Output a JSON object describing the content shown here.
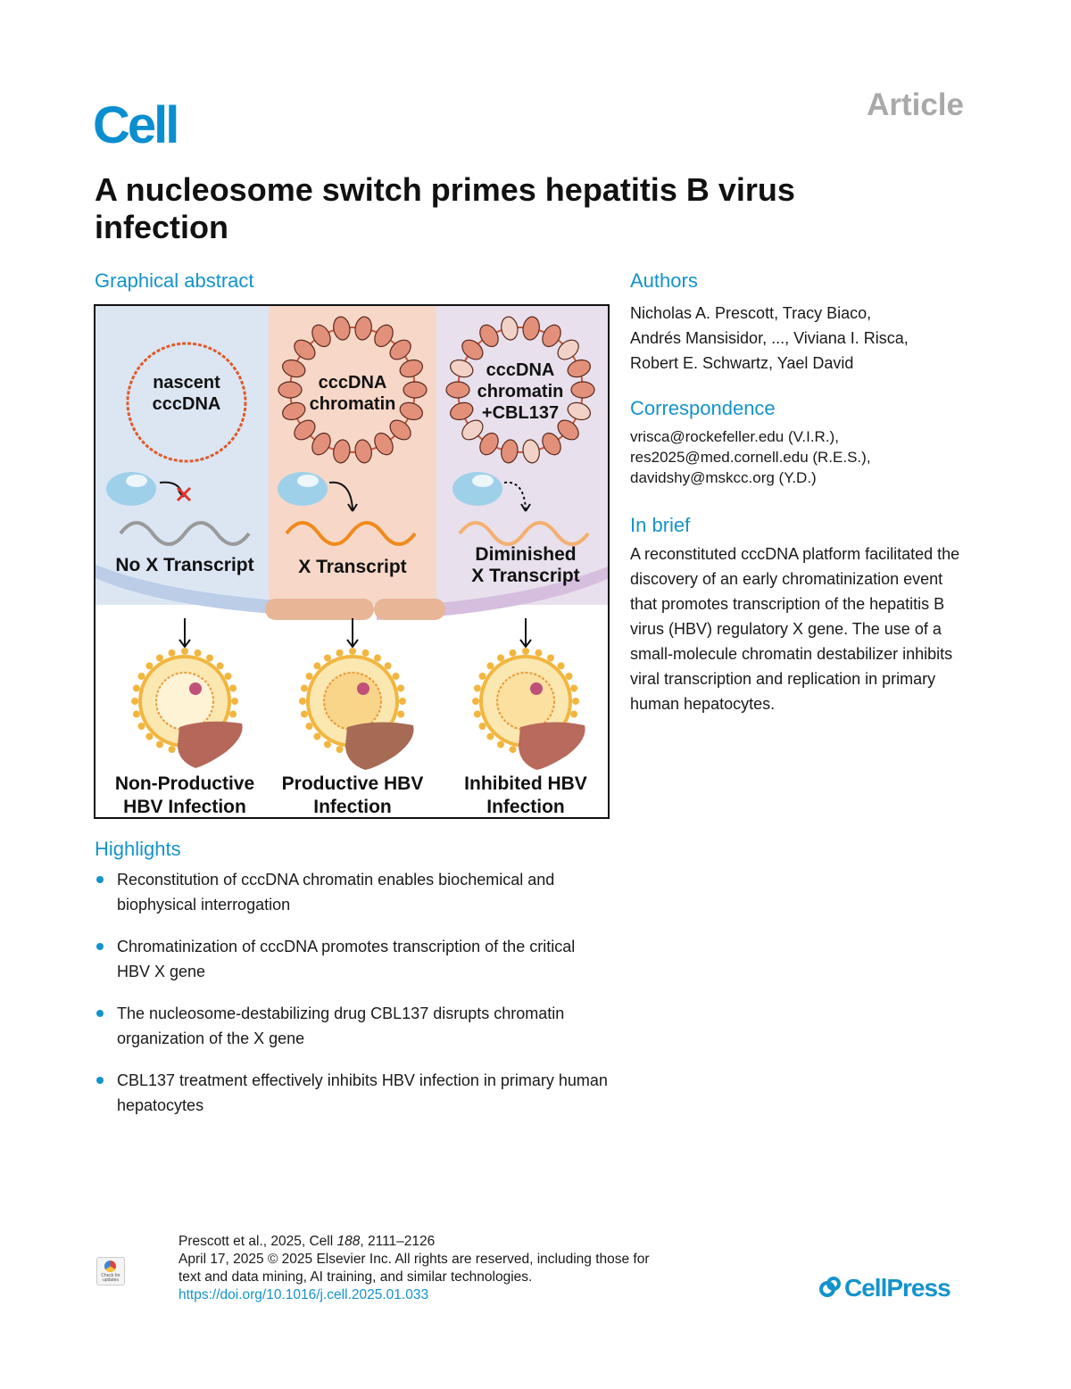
{
  "header": {
    "journal": "Cell",
    "article_type": "Article",
    "title": "A nucleosome switch primes hepatitis B virus infection"
  },
  "graphical_abstract": {
    "heading": "Graphical abstract",
    "panels": [
      {
        "circle_label_1": "nascent",
        "circle_label_2": "cccDNA",
        "transcript_1": "No X Transcript",
        "transcript_2": "",
        "outcome_1": "Non-Productive",
        "outcome_2": "HBV Infection"
      },
      {
        "circle_label_1": "cccDNA",
        "circle_label_2": "chromatin",
        "transcript_1": "X Transcript",
        "transcript_2": "",
        "outcome_1": "Productive HBV",
        "outcome_2": "Infection"
      },
      {
        "circle_label_1": "cccDNA",
        "circle_label_2": "chromatin",
        "circle_label_3": "+CBL137",
        "transcript_1": "Diminished",
        "transcript_2": "X Transcript",
        "outcome_1": "Inhibited HBV",
        "outcome_2": "Infection"
      }
    ],
    "colors": {
      "panel1_bg": "#dce6f3",
      "panel2_bg": "#f7d8c8",
      "panel3_bg": "#e8e0ec",
      "dna_red": "#e05a2a",
      "transcript_orange": "#f08a1e",
      "transcript_gray": "#9a9a9a"
    }
  },
  "authors": {
    "heading": "Authors",
    "lines": [
      "Nicholas A. Prescott, Tracy Biaco,",
      "Andrés Mansisidor, ..., Viviana I. Risca,",
      "Robert E. Schwartz, Yael David"
    ]
  },
  "correspondence": {
    "heading": "Correspondence",
    "lines": [
      "vrisca@rockefeller.edu (V.I.R.),",
      "res2025@med.cornell.edu (R.E.S.),",
      "davidshy@mskcc.org (Y.D.)"
    ]
  },
  "in_brief": {
    "heading": "In brief",
    "text": "A reconstituted cccDNA platform facilitated the discovery of an early chromatinization event that promotes transcription of the hepatitis B virus (HBV) regulatory X gene. The use of a small-molecule chromatin destabilizer inhibits viral transcription and replication in primary human hepatocytes."
  },
  "highlights": {
    "heading": "Highlights",
    "items": [
      "Reconstitution of cccDNA chromatin enables biochemical and biophysical interrogation",
      "Chromatinization of cccDNA promotes transcription of the critical HBV X gene",
      "The nucleosome-destabilizing drug CBL137 disrupts chromatin organization of the X gene",
      "CBL137 treatment effectively inhibits HBV infection in primary human hepatocytes"
    ]
  },
  "footer": {
    "citation_prefix": "Prescott et al., 2025, Cell ",
    "citation_volume": "188",
    "citation_pages": ", 2111–2126",
    "date_rights_1": "April 17, 2025 © 2025 Elsevier Inc. All rights are reserved, including those for",
    "date_rights_2": "text and data mining, AI training, and similar technologies.",
    "doi": "https://doi.org/10.1016/j.cell.2025.01.033",
    "check_badge_text": "Check for updates",
    "publisher": "CellPress"
  }
}
